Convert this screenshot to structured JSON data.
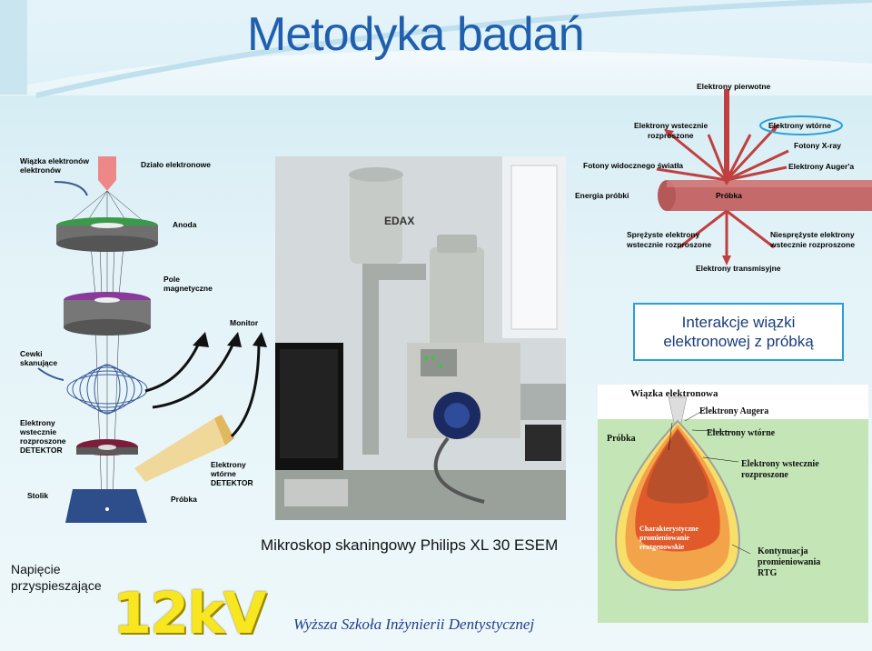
{
  "title": "Metodyka badań",
  "interaction_box": {
    "line1": "Interakcje wiązki",
    "line2": "elektronowej z próbką"
  },
  "captions": {
    "microscope": "Mikroskop skaningowy Philips XL 30 ESEM",
    "voltage_line1": "Napięcie",
    "voltage_line2": "przyspieszające",
    "voltage_value": "12kV"
  },
  "footer": "Wyższa Szkoła Inżynierii Dentystycznej",
  "sem_diagram": {
    "beam": "Wiązka elektronów",
    "gun": "Działo elektronowe",
    "anode": "Anoda",
    "field_1": "Pole",
    "field_2": "magnetyczne",
    "coils_1": "Cewki",
    "coils_2": "skanujące",
    "monitor": "Monitor",
    "bse_1": "Elektrony",
    "bse_2": "wstecznie",
    "bse_3": "rozproszone",
    "bse_4": "DETEKTOR",
    "se_1": "Elektrony",
    "se_2": "wtórne",
    "se_3": "DETEKTOR",
    "stage": "Stolik",
    "sample": "Próbka"
  },
  "interaction_diagram": {
    "primary": "Elektrony pierwotne",
    "backscattered_1": "Elektrony wstecznie",
    "backscattered_2": "rozproszone",
    "secondary": "Elektrony wtórne",
    "xray": "Fotony X-ray",
    "photons": "Fotony widocznego światła",
    "auger": "Elektrony Auger'a",
    "energy": "Energia próbki",
    "sample": "Próbka",
    "elastic_1": "Sprężyste elektrony",
    "elastic_2": "wstecznie rozproszone",
    "inelastic_1": "Niesprężyste elektrony",
    "inelastic_2": "wstecznie rozproszone",
    "transmission": "Elektrony transmisyjne"
  },
  "volume_diagram": {
    "beam": "Wiązka elektronowa",
    "auger": "Elektrony Augera",
    "sample": "Próbka",
    "secondary": "Elektrony wtórne",
    "bse_1": "Elektrony wstecznie",
    "bse_2": "rozproszone",
    "char_1": "Charakterystyczne",
    "char_2": "promieniowanie",
    "char_3": "rentgenowskie",
    "cont_1": "Kontynuacja",
    "cont_2": "promieniowania",
    "cont_3": "RTG"
  },
  "photo_label": "EDAX",
  "colors": {
    "title": "#1f5fae",
    "box_border": "#2aa0d8",
    "kv_yellow": "#f7e620",
    "footer": "#1f3f8a"
  }
}
